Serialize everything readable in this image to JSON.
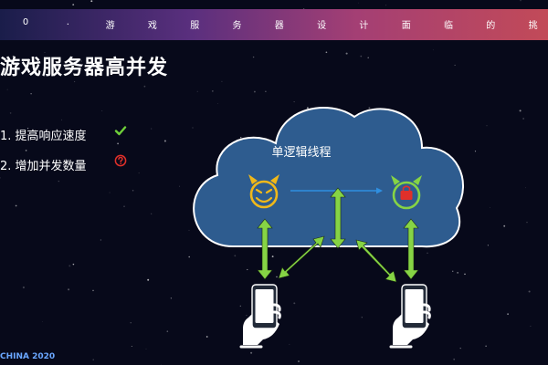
{
  "header": {
    "chars": [
      "0",
      ".",
      "游",
      "戏",
      "服",
      "务",
      "器",
      "设",
      "计",
      "面",
      "临",
      "的",
      "挑"
    ]
  },
  "slide": {
    "title": "游戏服务器高并发",
    "goals": [
      {
        "number": "1.",
        "text": "提高响应速度",
        "icon": "check-icon",
        "icon_color": "#6fcf3a"
      },
      {
        "number": "2.",
        "text": "增加并发数量",
        "icon": "question-circle-icon",
        "icon_color": "#e0302a"
      }
    ]
  },
  "diagram": {
    "cloud_label": "单逻辑线程",
    "cloud_color": "#2e5c8f",
    "accent_yellow": "#f0b81a",
    "accent_green": "#86d445",
    "arrow_blue": "#2f8fe0",
    "server_icons": [
      "devil-face-icon",
      "locked-devil-face-icon"
    ],
    "client_icons": [
      "phone-in-hand-icon",
      "phone-in-hand-icon"
    ]
  },
  "footer": {
    "text": "CHINA 2020"
  }
}
